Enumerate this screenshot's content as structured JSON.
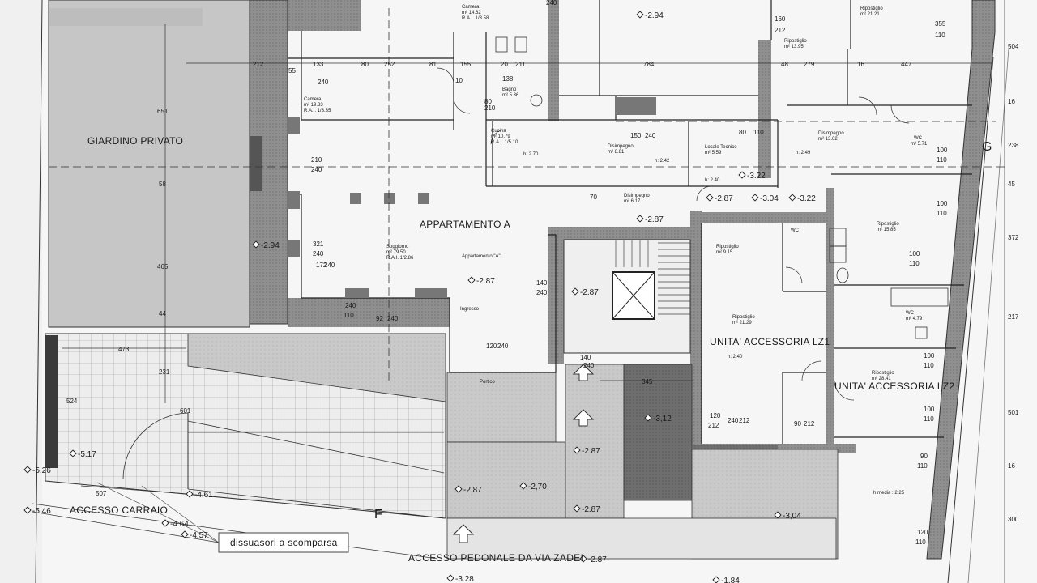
{
  "plan": {
    "colors": {
      "paper": "#f6f6f6",
      "garden": "#c8c8c8",
      "wall": "#8f8f8f",
      "ramp": "#cfcfcf",
      "dark_hatch": "#6e6e6e",
      "line": "#222222"
    },
    "rooms": {
      "giardino": "GIARDINO PRIVATO",
      "appartamento": "APPARTAMENTO A",
      "lz1": "UNITA' ACCESSORIA LZ1",
      "lz2": "UNITA' ACCESSORIA LZ2",
      "carraio": "ACCESSO CARRAIO",
      "pedonale": "ACCESSO PEDONALE DA VIA ZADEI",
      "dissuasori": "dissuasori a scomparsa"
    },
    "small": {
      "camera1_a": "Camera",
      "camera1_b": "m² 14.62",
      "camera1_c": "R.A.I. 1/3.58",
      "camera2_a": "Camera",
      "camera2_b": "m² 19.33",
      "camera2_c": "R.A.I. 1/3.35",
      "bagno_a": "Bagno",
      "bagno_b": "m² 5.36",
      "cucina_a": "Cucina",
      "cucina_b": "m² 10.79",
      "cucina_c": "R.A.I. 1/5.10",
      "disimp1_a": "Disimpegno",
      "disimp1_b": "m² 8.81",
      "locale_a": "Locale Tecnico",
      "locale_b": "m² 5.59",
      "disimp2_a": "Disimpegno",
      "disimp2_b": "m² 6.17",
      "soggiorno_a": "Soggiorno",
      "soggiorno_b": "m² 79.50",
      "soggiorno_c": "R.A.I. 1/2.86",
      "app_a": "Appartamento \"A\"",
      "ingresso": "Ingresso",
      "portico": "Portico",
      "rip_top_a": "Ripostiglio",
      "rip_top_b": "m² 21.21",
      "rip_mid_a": "Ripostiglio",
      "rip_mid_b": "m² 13.95",
      "disimp3_a": "Disimpegno",
      "disimp3_b": "m² 13.62",
      "wc1_a": "WC",
      "wc1_b": "m² 5.71",
      "rip_r_a": "Ripostiglio",
      "rip_r_b": "m² 15.85",
      "rip_lz1top_a": "Ripostiglio",
      "rip_lz1top_b": "m² 9.15",
      "wc2": "WC",
      "rip_lz1_a": "Ripostiglio",
      "rip_lz1_b": "m² 21.29",
      "wc3_a": "WC",
      "wc3_b": "m² 4.79",
      "rip_lz2_a": "Ripostiglio",
      "rip_lz2_b": "m² 28.41",
      "h_lz1": "h: 2.40",
      "h_media": "h media : 2.25",
      "h270": "h: 2.70",
      "h242": "h: 2.42",
      "h240": "h: 2.40",
      "h249": "h: 2.49"
    },
    "levels": [
      {
        "k": "l1",
        "text": "-2.94"
      },
      {
        "k": "l2",
        "text": "-3.22"
      },
      {
        "k": "l3",
        "text": "-2.87"
      },
      {
        "k": "l4",
        "text": "-3.04"
      },
      {
        "k": "l5",
        "text": "-3.22"
      },
      {
        "k": "l6",
        "text": "-2.87"
      },
      {
        "k": "l7",
        "text": "-2.94"
      },
      {
        "k": "l8",
        "text": "-2.87"
      },
      {
        "k": "l9",
        "text": "-2.87"
      },
      {
        "k": "l10",
        "text": "-3,12"
      },
      {
        "k": "l11",
        "text": "-2.87"
      },
      {
        "k": "l12",
        "text": "-2.87"
      },
      {
        "k": "l13",
        "text": "-2,70"
      },
      {
        "k": "l14",
        "text": "-2,87"
      },
      {
        "k": "l15",
        "text": "-3,04"
      },
      {
        "k": "l16",
        "text": "-5.17"
      },
      {
        "k": "l17",
        "text": "-5.26"
      },
      {
        "k": "l18",
        "text": "-4.61"
      },
      {
        "k": "l19",
        "text": "-5.46"
      },
      {
        "k": "l20",
        "text": "-4.64"
      },
      {
        "k": "l21",
        "text": "-4.57"
      },
      {
        "k": "l22",
        "text": "-2.87"
      },
      {
        "k": "l23",
        "text": "-3.28"
      },
      {
        "k": "l24",
        "text": "-1.84"
      }
    ],
    "dims": {
      "d240top": "240",
      "d212": "212",
      "d133": "133",
      "d80a": "80",
      "d252": "252",
      "d81": "81",
      "d155": "155",
      "d20": "20",
      "d211": "211",
      "d784": "784",
      "d48": "48",
      "d279": "279",
      "d16a": "16",
      "d447": "447",
      "d160": "160",
      "d212b": "212",
      "d355": "355",
      "d110a": "110",
      "d55": "55",
      "d240a": "240",
      "d10": "10",
      "d138": "138",
      "d80b": "80",
      "d210a": "210",
      "d150": "150",
      "d240b": "240",
      "d80c": "80",
      "d110b": "110",
      "d210b": "210",
      "d240c": "240",
      "d321": "321",
      "d240d": "240",
      "d172": "172",
      "d240e": "240",
      "d140": "140",
      "d240f": "240",
      "d240g": "240",
      "d110c": "110",
      "d92": "92",
      "d240h": "240",
      "d120a": "120",
      "d240i": "240",
      "d473": "473",
      "d345": "345",
      "d100a": "100",
      "d110d": "110",
      "d100b": "100",
      "d110e": "110",
      "d100c": "100",
      "d110f": "110",
      "d100d": "100",
      "d110g": "110",
      "d100e": "100",
      "d110h": "110",
      "d90a": "90",
      "d110i": "110",
      "d120b": "120",
      "d110j": "110",
      "d120c": "120",
      "d212c": "212",
      "d240j": "240",
      "d212d": "212",
      "d90b": "90",
      "d212e": "212",
      "d507": "507",
      "d651": "651",
      "d465": "465",
      "d44": "44",
      "d231": "231",
      "d601": "601",
      "d524": "524",
      "d504": "504",
      "d16b": "16",
      "d238": "238",
      "d45": "45",
      "d372": "372",
      "d217": "217",
      "d501": "501",
      "d16c": "16",
      "d300": "300",
      "d58": "58",
      "d70": "70",
      "d140b": "140",
      "d240k": "240"
    },
    "marks": {
      "section_f": "F",
      "section_g": "G"
    }
  }
}
